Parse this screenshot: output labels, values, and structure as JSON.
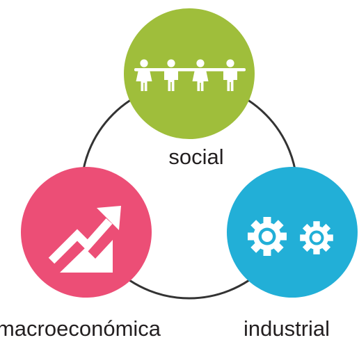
{
  "nodes": [
    {
      "id": "social",
      "label": "social",
      "color": "#9fbe3b",
      "icon": "people-icon"
    },
    {
      "id": "macro",
      "label": "macroeconómica",
      "color": "#ec4e76",
      "icon": "growth-chart-icon"
    },
    {
      "id": "industrial",
      "label": "industrial",
      "color": "#22afd7",
      "icon": "gears-icon"
    }
  ],
  "ring_color": "#333333"
}
